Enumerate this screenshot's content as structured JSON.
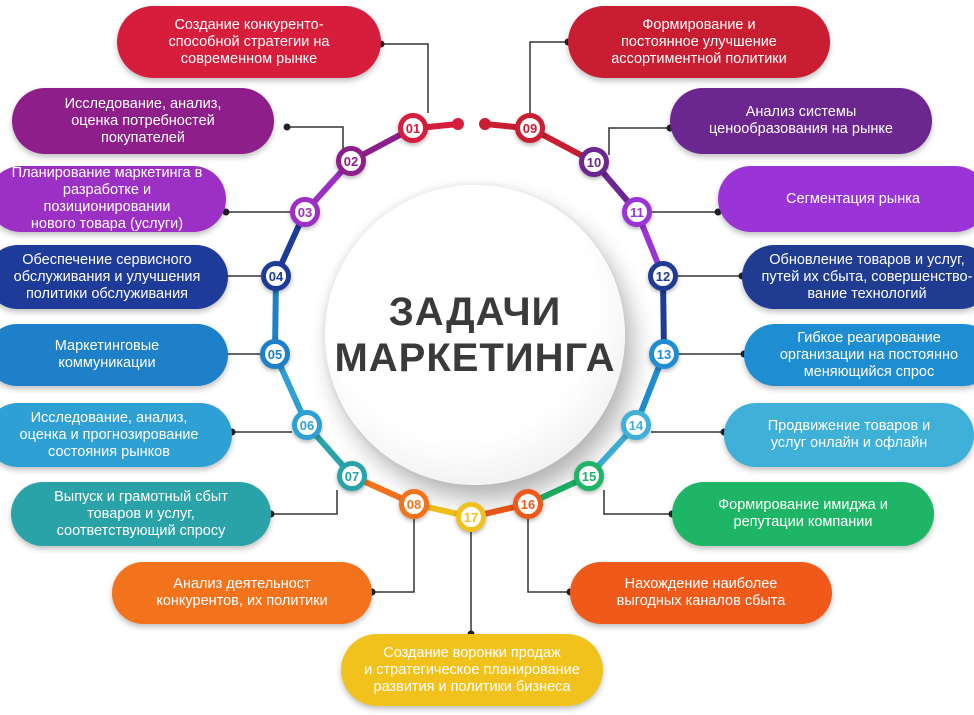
{
  "center": {
    "line1": "ЗАДАЧИ",
    "line2": "МАРКЕТИНГА"
  },
  "tasks": [
    {
      "num": "01",
      "label": "Создание конкуренто-\nспособной стратегии на\nсовременном рынке",
      "color": "#d71d3c"
    },
    {
      "num": "02",
      "label": "Исследование, анализ,\nоценка потребностей\nпокупателей",
      "color": "#8e1f8a"
    },
    {
      "num": "03",
      "label": "Планирование маркетинга в\nразработке и позиционировании\nнового товара (услуги)",
      "color": "#9c2fc4"
    },
    {
      "num": "04",
      "label": "Обеспечение сервисного\nобслуживания и улучшения\nполитики обслуживания",
      "color": "#1f3b9a"
    },
    {
      "num": "05",
      "label": "Маркетинговые\nкоммуникации",
      "color": "#1d80c8"
    },
    {
      "num": "06",
      "label": "Исследование, анализ,\nоценка и прогнозирование\nсостояния рынков",
      "color": "#2fa0d4"
    },
    {
      "num": "07",
      "label": "Выпуск и грамотный сбыт\nтоваров и услуг,\nсоответствующий спросу",
      "color": "#2aa3a8"
    },
    {
      "num": "08",
      "label": "Анализ деятельност\nконкурентов, их политики",
      "color": "#f2731c"
    },
    {
      "num": "09",
      "label": "Формирование и\nпостоянное улучшение\nассортиментной политики",
      "color": "#c91d31"
    },
    {
      "num": "10",
      "label": "Анализ системы\nценообразования на рынке",
      "color": "#6c2690"
    },
    {
      "num": "11",
      "label": "Сегментация рынка",
      "color": "#9a34d6"
    },
    {
      "num": "12",
      "label": "Обновление товаров и услуг,\nпутей их сбыта, совершенство-\nвание технологий",
      "color": "#1f3c92"
    },
    {
      "num": "13",
      "label": "Гибкое реагирование\nорганизации на постоянно\nменяющийся спрос",
      "color": "#1f8dd2"
    },
    {
      "num": "14",
      "label": "Продвижение товаров и\nуслуг онлайн и офлайн",
      "color": "#3fb0d8"
    },
    {
      "num": "15",
      "label": "Формирование имиджа и\nрепутации компании",
      "color": "#1eb566"
    },
    {
      "num": "16",
      "label": "Нахождение наиболее\nвыгодных каналов сбыта",
      "color": "#ef5a1a"
    },
    {
      "num": "17",
      "label": "Создание воронки продаж\nи стратегическое планирование\nразвития и политики бизнеса",
      "color": "#f2c21c"
    }
  ]
}
